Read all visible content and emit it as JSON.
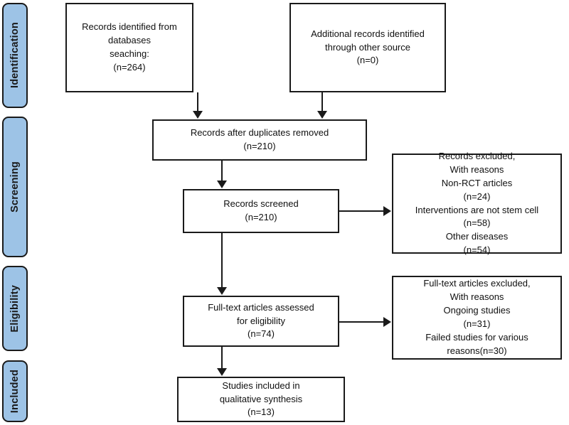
{
  "diagram": {
    "title": "PRISMA study selection flow diagram",
    "accent_color": "#9dc3e6",
    "line_color": "#1a1a1a",
    "box_fill": "#ffffff"
  },
  "stages": [
    {
      "id": "identification",
      "label": "Identification"
    },
    {
      "id": "screening",
      "label": "Screening"
    },
    {
      "id": "eligibility",
      "label": "Eligibility"
    },
    {
      "id": "included",
      "label": "Included"
    }
  ],
  "boxes": {
    "databases": {
      "text": "Records identified from databases\nseaching:\n(n=264)",
      "count": 264
    },
    "other_sources": {
      "text": "Additional records identified\nthrough other source\n(n=0)",
      "count": 0
    },
    "after_duplicates": {
      "text": "Records after duplicates removed\n(n=210)",
      "count": 210
    },
    "screened": {
      "text": "Records screened\n(n=210)",
      "count": 210
    },
    "records_excluded": {
      "text": "Records excluded,\nWith reasons\nNon-RCT articles\n(n=24)\nInterventions are not stem cell\n(n=58)\nOther diseases\n(n=54)",
      "reasons": [
        {
          "label": "Non-RCT articles",
          "count": 24
        },
        {
          "label": "Interventions are not stem cell",
          "count": 58
        },
        {
          "label": "Other diseases",
          "count": 54
        }
      ]
    },
    "fulltext_assessed": {
      "text": "Full-text articles assessed\nfor eligibility\n(n=74)",
      "count": 74
    },
    "fulltext_excluded": {
      "text": "Full-text articles excluded,\nWith reasons\nOngoing studies\n(n=31)\nFailed studies for various\nreasons(n=30)",
      "reasons": [
        {
          "label": "Ongoing studies",
          "count": 31
        },
        {
          "label": "Failed studies for various reasons",
          "count": 30
        }
      ]
    },
    "included_qualitative": {
      "text": "Studies included in\nqualitative synthesis\n(n=13)",
      "count": 13
    }
  }
}
